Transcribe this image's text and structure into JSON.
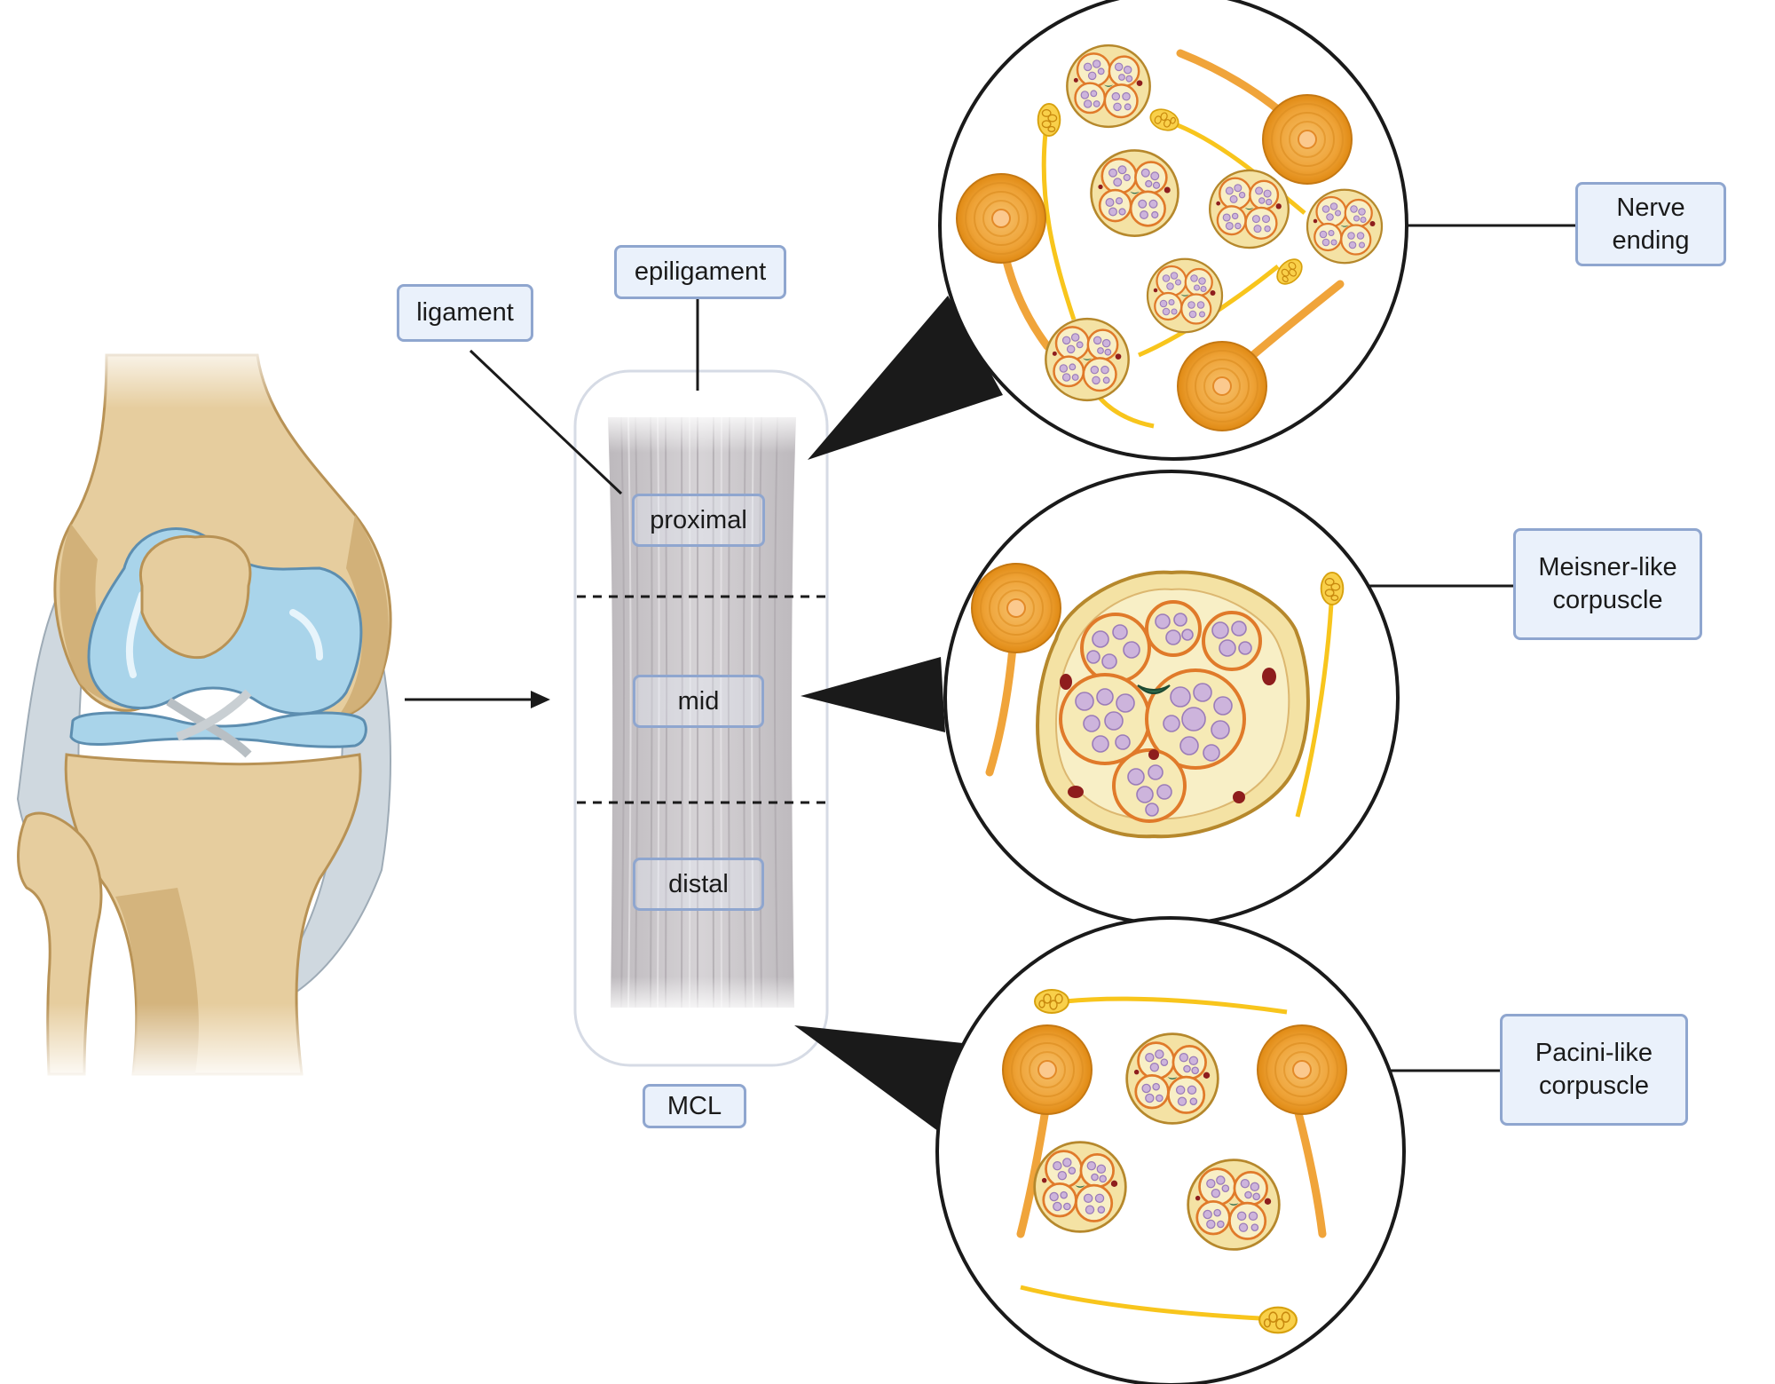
{
  "labels": {
    "ligament": "ligament",
    "epiligament": "epiligament",
    "proximal": "proximal",
    "mid": "mid",
    "distal": "distal",
    "mcl": "MCL",
    "nerve_ending": [
      "Nerve",
      "ending"
    ],
    "meisner_like": [
      "Meisner-like",
      "corpuscle"
    ],
    "pacini_like": [
      "Pacini-like",
      "corpuscle"
    ]
  },
  "colors": {
    "bone": "#e5cd9f",
    "bone_shadow": "#cfae74",
    "cartilage": "#a9d4ea",
    "ligament_fiber": "#d0cdd0",
    "label_fill": "#eaf1fb",
    "label_border": "#8fa6cf",
    "corpuscle_orange": "#f0a43a",
    "nerve_yellow": "#f8c51c",
    "fascicle_fill": "#f7ecc0",
    "axon_purple": "#c9b1db"
  },
  "icons": {
    "knee": "knee-joint-illustration",
    "mcl_strip": "mcl-ligament-strip",
    "nerve_cross_section": "nerve-fascicle-cross-section",
    "pacini": "pacini-corpuscle-icon",
    "meisner": "meisner-corpuscle-icon"
  }
}
